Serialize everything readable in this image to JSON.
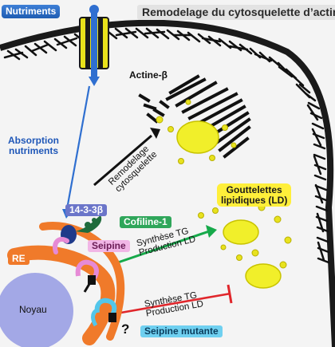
{
  "labels": {
    "nutrients": "Nutriments",
    "title": "Remodelage du cytosquelette d’actine",
    "actin": "Actine-β",
    "absorption_line1": "Absorption",
    "absorption_line2": "nutriments",
    "remodel_line1": "Remodelage",
    "remodel_line2": "cytosquelette",
    "ld_line1": "Gouttelettes",
    "ld_line2": "lipidiques (LD)",
    "protein_1433": "14-3-3β",
    "cofilin": "Cofiline-1",
    "seipin": "Seipine",
    "re": "RE",
    "tg_synth_1": "Synthèse TG",
    "tg_prod_1": "Production LD",
    "tg_synth_2": "Synthèse TG",
    "tg_prod_2": "Production LD",
    "nucleus": "Noyau",
    "question": "?",
    "seipin_mutant": "Seipine mutante"
  },
  "colors": {
    "blue_accent": "#2f6fd0",
    "green_arrow": "#16a94a",
    "red_inhibition": "#e0262b",
    "droplet_yellow": "#f1ef2a",
    "nucleus": "#a3a8e6",
    "er_orange": "#f07a2a",
    "seipin_pink": "#e68ad6",
    "seipin_mutant_cyan": "#53c6ea"
  },
  "icons": {
    "transporter": "nutrient-transporter-icon",
    "actin_filaments": "actin-filaments-icon",
    "lipid_droplet": "lipid-droplet-icon"
  }
}
